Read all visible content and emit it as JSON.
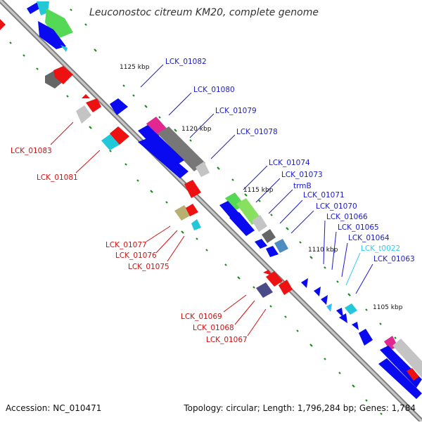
{
  "title": "Leuconostoc citreum KM20, complete genome",
  "accession": "Accession: NC_010471",
  "summary": "Topology: circular; Length: 1,796,284 bp; Genes: 1,784",
  "kbp_markers": [
    "1125 kbp",
    "1120 kbp",
    "1115 kbp",
    "1110 kbp",
    "1105 kbp"
  ],
  "label_colors": {
    "blue": "#1a1acc",
    "red": "#cc1111",
    "cyan": "#33ccee"
  },
  "gene_labels": [
    {
      "text": "LCK_01082",
      "color": "blue"
    },
    {
      "text": "LCK_01080",
      "color": "blue"
    },
    {
      "text": "LCK_01079",
      "color": "blue"
    },
    {
      "text": "LCK_01078",
      "color": "blue"
    },
    {
      "text": "LCK_01074",
      "color": "blue"
    },
    {
      "text": "LCK_01073",
      "color": "blue"
    },
    {
      "text": "trmB",
      "color": "blue"
    },
    {
      "text": "LCK_01071",
      "color": "blue"
    },
    {
      "text": "LCK_01070",
      "color": "blue"
    },
    {
      "text": "LCK_01066",
      "color": "blue"
    },
    {
      "text": "LCK_01065",
      "color": "blue"
    },
    {
      "text": "LCK_01064",
      "color": "blue"
    },
    {
      "text": "LCK_t0022",
      "color": "cyan"
    },
    {
      "text": "LCK_01063",
      "color": "blue"
    },
    {
      "text": "LCK_01083",
      "color": "red"
    },
    {
      "text": "LCK_01081",
      "color": "red"
    },
    {
      "text": "LCK_01077",
      "color": "red"
    },
    {
      "text": "LCK_01076",
      "color": "red"
    },
    {
      "text": "LCK_01075",
      "color": "red"
    },
    {
      "text": "LCK_01069",
      "color": "red"
    },
    {
      "text": "LCK_01068",
      "color": "red"
    },
    {
      "text": "LCK_01067",
      "color": "red"
    }
  ],
  "feature_colors": {
    "blue": "#0a0af0",
    "red": "#ee1111",
    "gray": "#777777",
    "lightgray": "#c4c4c4",
    "cyan": "#22c8d8",
    "green": "#55d855",
    "magenta": "#e02890",
    "olive": "#b8b070",
    "slate": "#4a4a8a",
    "steel": "#4c8cc0"
  }
}
